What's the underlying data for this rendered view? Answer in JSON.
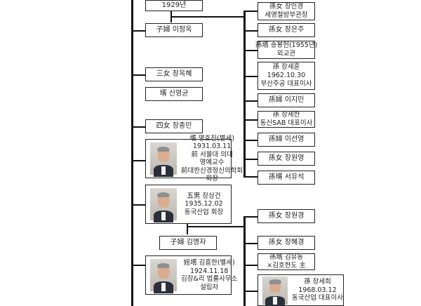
{
  "boxes": {
    "b0": [
      "1929년"
    ],
    "b1": [
      "子婦 이정옥"
    ],
    "b2": [
      "三女 장옥혜"
    ],
    "b3": [
      "壻 신영균"
    ],
    "b4": [
      "四女 장종민"
    ],
    "b5": [
      "子婦 김명자"
    ],
    "c1": [
      "孫女 장인경",
      "세영철방부관장"
    ],
    "c2": [
      "孫女 장은주"
    ],
    "c3": [
      "孫壻 송봉헌(1955년)",
      "외교관"
    ],
    "c4": [
      "孫 장세훈",
      "1962.10.30",
      "부산주공 대표이사"
    ],
    "c5": [
      "孫婦 이지민"
    ],
    "c6": [
      "孫 장세한",
      "동신SAB 대표이사"
    ],
    "c7": [
      "孫婦 이선영"
    ],
    "c8": [
      "孫女 장원영"
    ],
    "c9": [
      "孫壻 서유석"
    ],
    "c10": [
      "孫女 장원경"
    ],
    "c11": [
      "孫女 장혜경"
    ],
    "c12": [
      "孫壻 김유동",
      "×김호한도 主"
    ]
  },
  "cards": {
    "p1": [
      "壻 명호진(별세)",
      "1931.03.11",
      "前 서울대 의대",
      "명예교수",
      "前대한신경정신의학회",
      "회장"
    ],
    "p2": [
      "五男 장상건",
      "1935.12.02",
      "동국산업 회장"
    ],
    "p3": [
      "姪壻 김흥한(별세)",
      "1924.11.18",
      "김장&리 법률사무소",
      "설립자"
    ],
    "p4": [
      "孫 장세희",
      "1968.03.12",
      "동국산업 대표이사"
    ]
  }
}
